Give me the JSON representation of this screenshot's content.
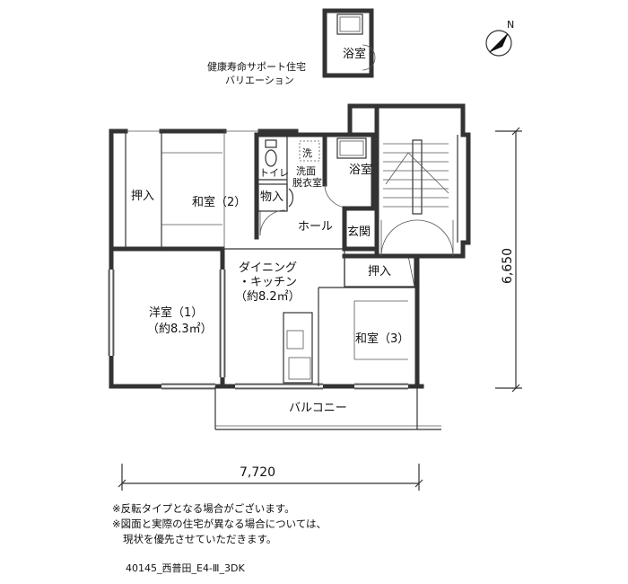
{
  "variation": {
    "title_line1": "健康寿命サポート住宅",
    "title_line2": "バリエーション",
    "bath_label": "浴室"
  },
  "rooms": {
    "oshiire_left": "押入",
    "washitsu2": "和室（2）",
    "toilet": "トイレ",
    "senmen": "洗面",
    "datsuijo": "脱衣室",
    "sen": "洗",
    "bath": "浴室",
    "monoire": "物入",
    "hall": "ホール",
    "genkan": "玄関",
    "dining_line1": "ダイニング",
    "dining_line2": "・キッチン",
    "dining_area": "（約8.2㎡）",
    "youshitsu1": "洋室（1）",
    "youshitsu1_area": "（約8.3㎡）",
    "oshiire_right": "押入",
    "washitsu3": "和室（3）",
    "balcony": "バルコニー"
  },
  "dimensions": {
    "width": "7,720",
    "depth": "6,650"
  },
  "compass": {
    "label": "N"
  },
  "notes": {
    "line1": "※反転タイプとなる場合がございます。",
    "line2": "※図面と実際の住宅が異なる場合については、",
    "line3": "現状を優先させていただきます。"
  },
  "plan_code": "40145_西普田_E4-Ⅲ_3DK"
}
